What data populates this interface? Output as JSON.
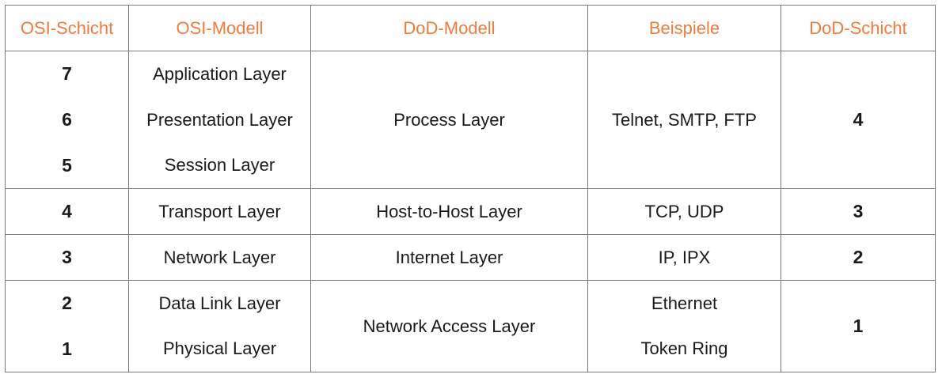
{
  "headers": {
    "osi_layer": "OSI-Schicht",
    "osi_model": "OSI-Modell",
    "dod_model": "DoD-Modell",
    "examples": "Beispiele",
    "dod_layer": "DoD-Schicht"
  },
  "colors": {
    "header_text": "#f07b3c",
    "border": "#7a7a7a",
    "body_text": "#1a1a1a"
  },
  "rows": [
    {
      "osi_num": "7",
      "osi_name": "Application Layer"
    },
    {
      "osi_num": "6",
      "osi_name": "Presentation Layer"
    },
    {
      "osi_num": "5",
      "osi_name": "Session Layer"
    },
    {
      "osi_num": "4",
      "osi_name": "Transport Layer"
    },
    {
      "osi_num": "3",
      "osi_name": "Network Layer"
    },
    {
      "osi_num": "2",
      "osi_name": "Data Link Layer"
    },
    {
      "osi_num": "1",
      "osi_name": "Physical Layer"
    }
  ],
  "dod_groups": [
    {
      "model": "Process Layer",
      "examples": "Telnet, SMTP, FTP",
      "layer": "4"
    },
    {
      "model": "Host-to-Host Layer",
      "examples": "TCP, UDP",
      "layer": "3"
    },
    {
      "model": "Internet Layer",
      "examples": "IP, IPX",
      "layer": "2"
    },
    {
      "model": "Network Access Layer",
      "examples": [
        "Ethernet",
        "Token Ring"
      ],
      "layer": "1"
    }
  ]
}
